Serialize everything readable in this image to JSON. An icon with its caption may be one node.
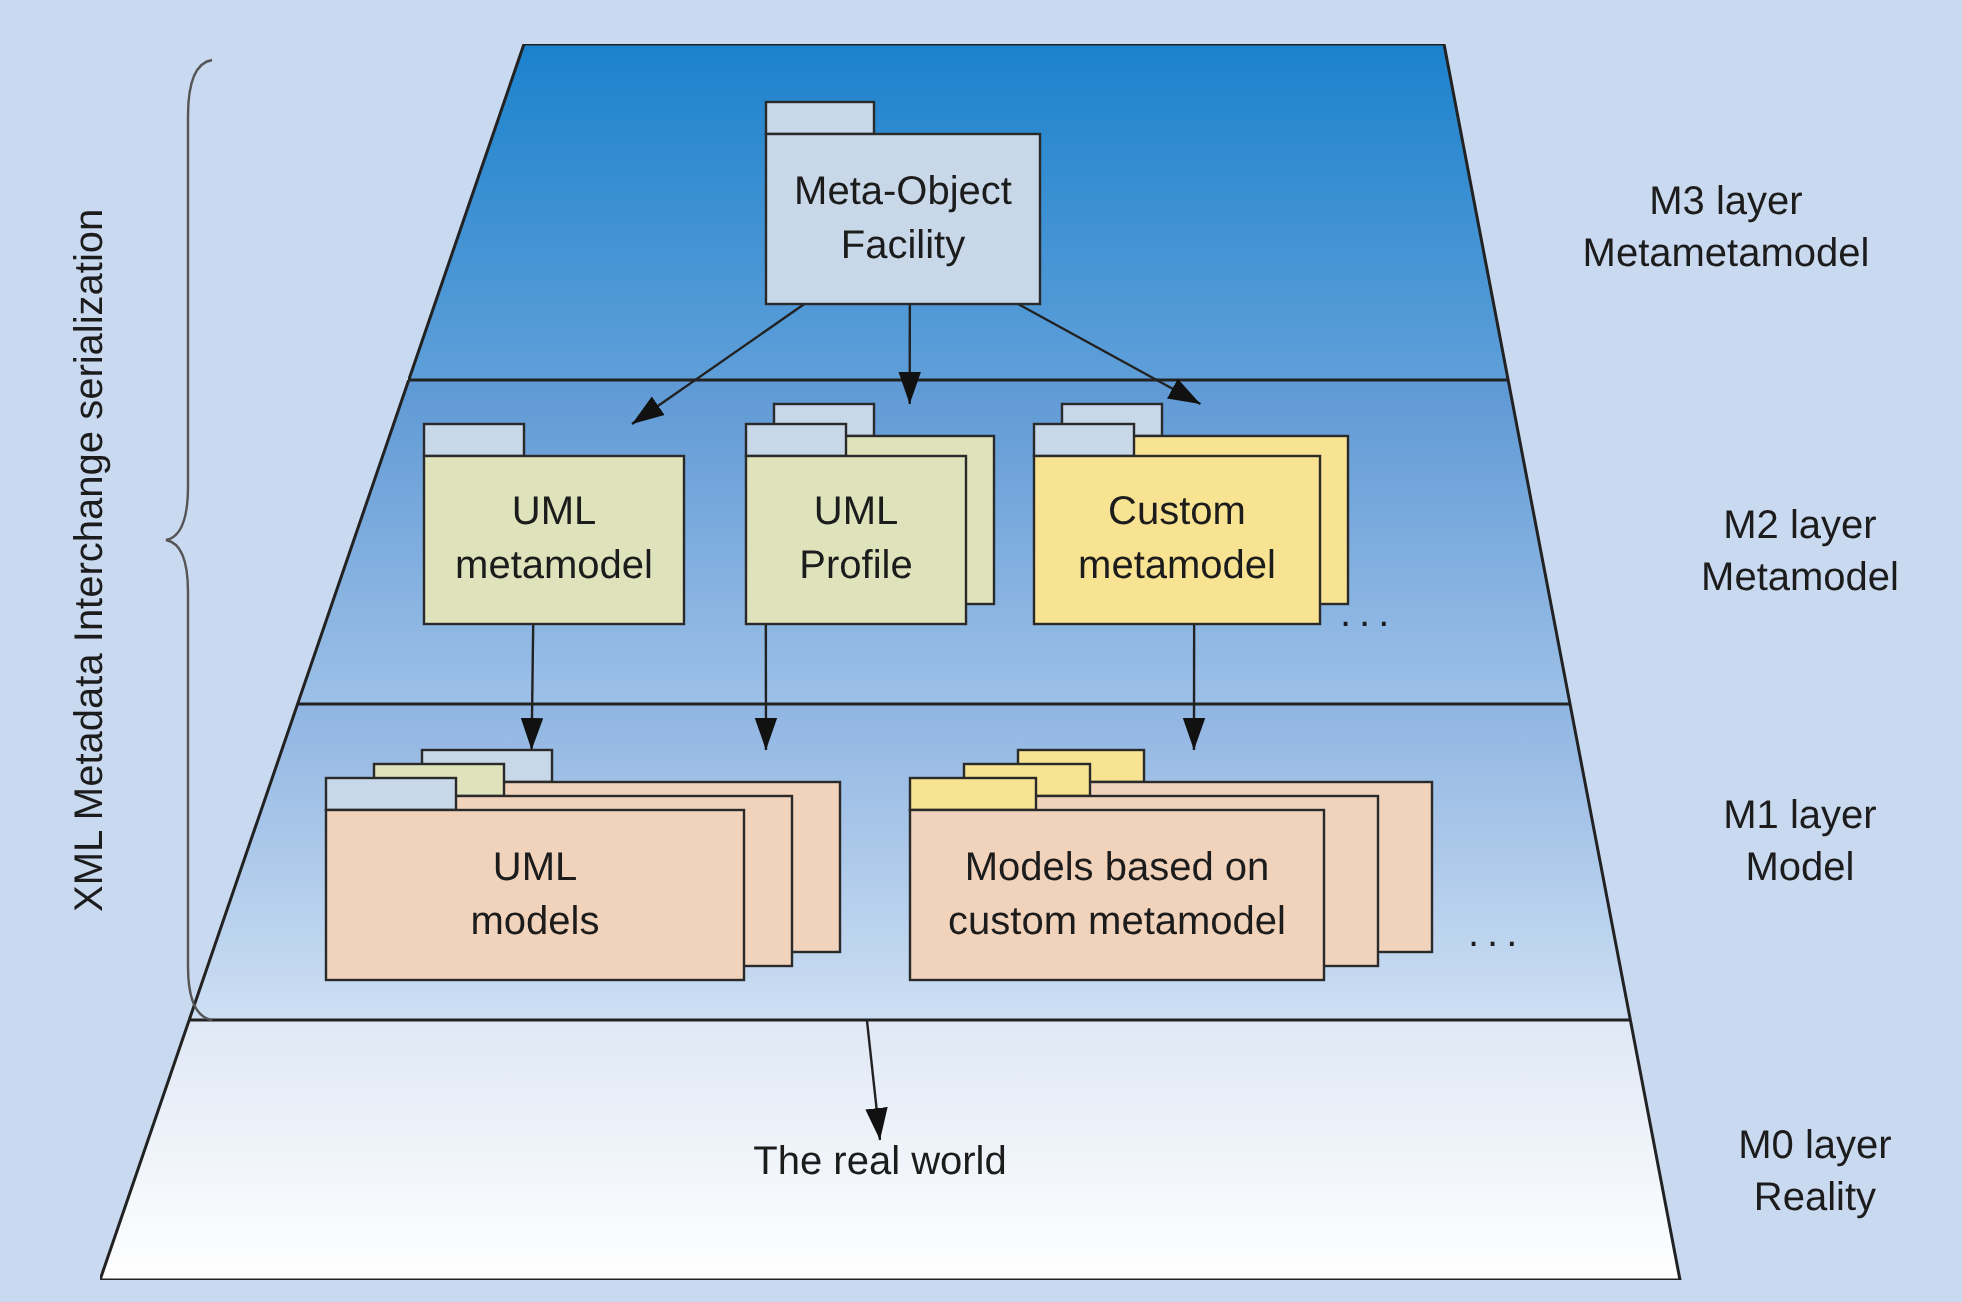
{
  "diagram": {
    "nodes": [
      {
        "text": [
          "M3 layer",
          "Metametamodel"
        ]
      },
      {
        "text": [
          "Meta-Object Facility"
        ],
        "in": 0
      },
      {
        "text": [
          "M2 layer",
          "Metamodel"
        ]
      },
      {
        "text": [
          "UML metamodel"
        ],
        "in": 2
      },
      {
        "text": [
          "UML Profile"
        ],
        "in": 2
      },
      {
        "text": [
          "Custom metamodel"
        ],
        "in": 2
      },
      {
        "text": [
          "M1 layer",
          "Model"
        ]
      },
      {
        "text": [
          "UML models"
        ],
        "in": 6
      },
      {
        "text": [
          "Models based on custom metamodel"
        ],
        "in": 6
      },
      {
        "text": [
          "M0 layer",
          "Reality"
        ]
      },
      {
        "text": [
          "The real world"
        ],
        "in": 9
      }
    ],
    "edges": [
      {
        "from": 1,
        "to": 3,
        "arrow": "to"
      },
      {
        "from": 1,
        "to": 4,
        "arrow": "to"
      },
      {
        "from": 1,
        "to": 5,
        "arrow": "to"
      },
      {
        "from": 3,
        "to": 7,
        "arrow": "to"
      },
      {
        "from": 4,
        "to": 7,
        "arrow": "to"
      },
      {
        "from": 5,
        "to": 8,
        "arrow": "to"
      },
      {
        "from": 6,
        "to": 10,
        "arrow": "to"
      }
    ],
    "labels": [
      "XML Metadata Interchange serialization",
      "...",
      "..."
    ]
  }
}
